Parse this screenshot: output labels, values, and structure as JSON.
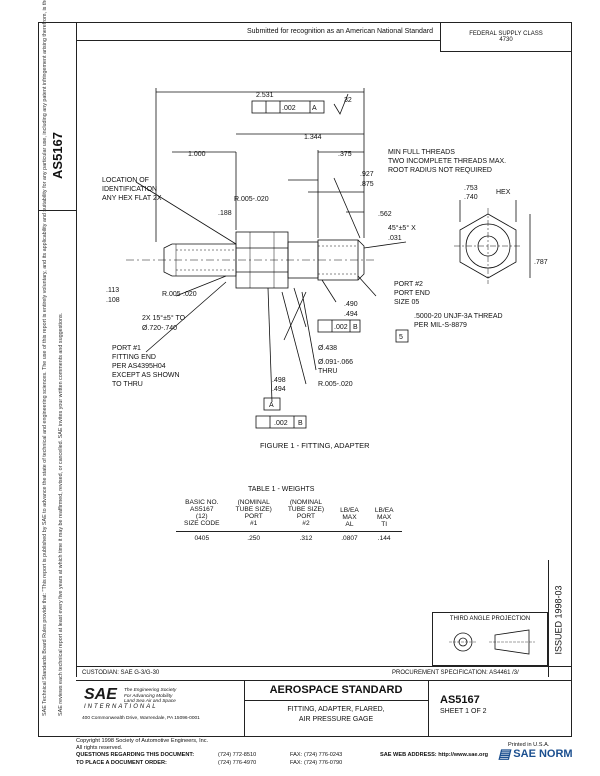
{
  "header": {
    "submitted": "Submitted for recognition as an American National Standard",
    "federal_supply_class_label": "FEDERAL SUPPLY CLASS",
    "federal_supply_class_value": "4730"
  },
  "doc_id": "AS5167",
  "legal_text_1": "SAE Technical Standards Board Rules provide that: \"This report is published by SAE to advance the state of technical and engineering sciences. The use of this report is entirely voluntary, and its applicability and suitability for any particular use, including any patent infringement arising therefrom, is the sole responsibility of the user.\"",
  "legal_text_2": "SAE reviews each technical report at least every five years at which time it may be reaffirmed, revised, or cancelled. SAE invites your written comments and suggestions.",
  "drawing": {
    "dims": {
      "d2531": "2.531",
      "d1344": "1.344",
      "d1000": "1.000",
      "d375": ".375",
      "d927": ".927",
      "d875": ".875",
      "d562": ".562",
      "d188": ".188",
      "d753": ".753",
      "d740": ".740",
      "hex": "HEX",
      "d787": ".787",
      "d113": ".113",
      "d108": ".108",
      "r005a": "R.005-.020",
      "r005b": "R.005-.020",
      "r005c": "R.005-.020",
      "d490": ".490",
      "d494": ".494",
      "d438": "Ø.438",
      "d091": "Ø.091-.066",
      "thru": "THRU",
      "d498": ".498",
      "d494b": ".494",
      "chamfer1": "45°±5° X",
      "chamfer1b": ".031",
      "chamfer2": "2X 15°±5° TO",
      "chamfer2b": "Ø.720-.740",
      "fc1": ".002",
      "fc2": ".002",
      "fc3": ".002",
      "datumA": "A",
      "datumB": "B",
      "datumB2": "B",
      "datum5": "5",
      "rough": "32"
    },
    "notes": {
      "min_threads": "MIN FULL THREADS",
      "incomplete": "TWO INCOMPLETE THREADS MAX.",
      "root": "ROOT RADIUS NOT REQUIRED",
      "location_of": "LOCATION OF",
      "identification": "IDENTIFICATION",
      "any_hex": "ANY HEX FLAT 2X",
      "port2": "PORT #2",
      "port_end": "PORT END",
      "size05": "SIZE 05",
      "thread": ".5000-20 UNJF-3A THREAD",
      "mil": "PER MIL-S-8879",
      "port1": "PORT #1",
      "fitting_end": "FITTING END",
      "per_as": "PER AS4395H04",
      "except": "EXCEPT AS SHOWN",
      "to_thru": "TO THRU"
    },
    "figure_caption": "FIGURE 1 - FITTING, ADAPTER"
  },
  "table": {
    "title": "TABLE 1 - WEIGHTS",
    "headers": [
      [
        "BASIC NO.",
        "AS5167",
        "(12)",
        "SIZE CODE"
      ],
      [
        "(NOMINAL",
        "TUBE SIZE)",
        "PORT",
        "#1"
      ],
      [
        "(NOMINAL",
        "TUBE SIZE)",
        "PORT",
        "#2"
      ],
      [
        "LB/EA",
        "MAX",
        "AL"
      ],
      [
        "LB/EA",
        "MAX",
        "TI"
      ]
    ],
    "row": [
      "0405",
      ".250",
      ".312",
      ".0807",
      ".144"
    ]
  },
  "projection": {
    "label": "THIRD ANGLE PROJECTION"
  },
  "issued": "ISSUED 1998-03",
  "footer": {
    "custodian": "CUSTODIAN: SAE G-3/G-30",
    "procurement": "PROCUREMENT SPECIFICATION: AS4461 /3/",
    "sae_logo": "SAE",
    "sae_intl": "INTERNATIONAL",
    "sae_tag1": "The Engineering Society",
    "sae_tag2": "For Advancing Mobility",
    "sae_tag3": "Land Sea Air and Space",
    "sae_address": "400 Commonwealth Drive, Warrendale, PA 15096-0001",
    "aero_title": "AEROSPACE STANDARD",
    "subtitle1": "FITTING, ADAPTER, FLARED,",
    "subtitle2": "AIR PRESSURE GAGE",
    "doc_no": "AS5167",
    "sheet": "SHEET 1 OF 2",
    "copyright": "Copyright 1998 Society of Automotive Engineers, Inc.",
    "rights": "All rights reserved.",
    "printed": "Printed in U.S.A.",
    "questions": "QUESTIONS REGARDING THIS DOCUMENT:",
    "to_place": "TO PLACE A DOCUMENT ORDER:",
    "phone1": "(724) 772-8510",
    "phone2": "(724) 776-4970",
    "fax_label": "FAX:",
    "fax1": "(724) 776-0243",
    "fax2": "(724) 776-0790",
    "web": "SAE WEB ADDRESS: http://www.sae.org"
  },
  "watermark": "SAE NORM"
}
